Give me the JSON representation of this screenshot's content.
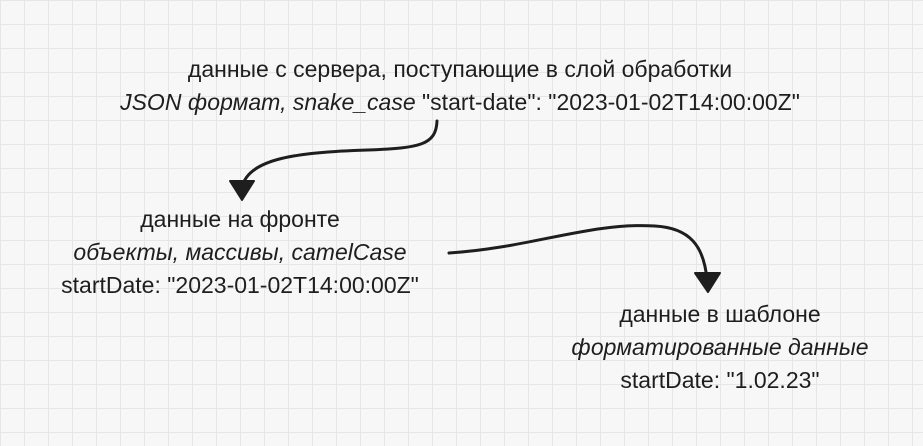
{
  "nodes": {
    "server": {
      "title": "данные с сервера, поступающие в слой обработки",
      "format_italic": "JSON формат, snake_case",
      "format_value": " \"start-date\": \"2023-01-02T14:00:00Z\""
    },
    "front": {
      "title": "данные на фронте",
      "format_italic": "объекты, массивы, camelCase",
      "example": "startDate: \"2023-01-02T14:00:00Z\""
    },
    "template": {
      "title": "данные в шаблоне",
      "format_italic": "форматированные данные",
      "example": "startDate: \"1.02.23\""
    }
  },
  "colors": {
    "ink": "#1e1e1e",
    "background": "#f7f7f7",
    "grid": "#e6e6e6"
  }
}
